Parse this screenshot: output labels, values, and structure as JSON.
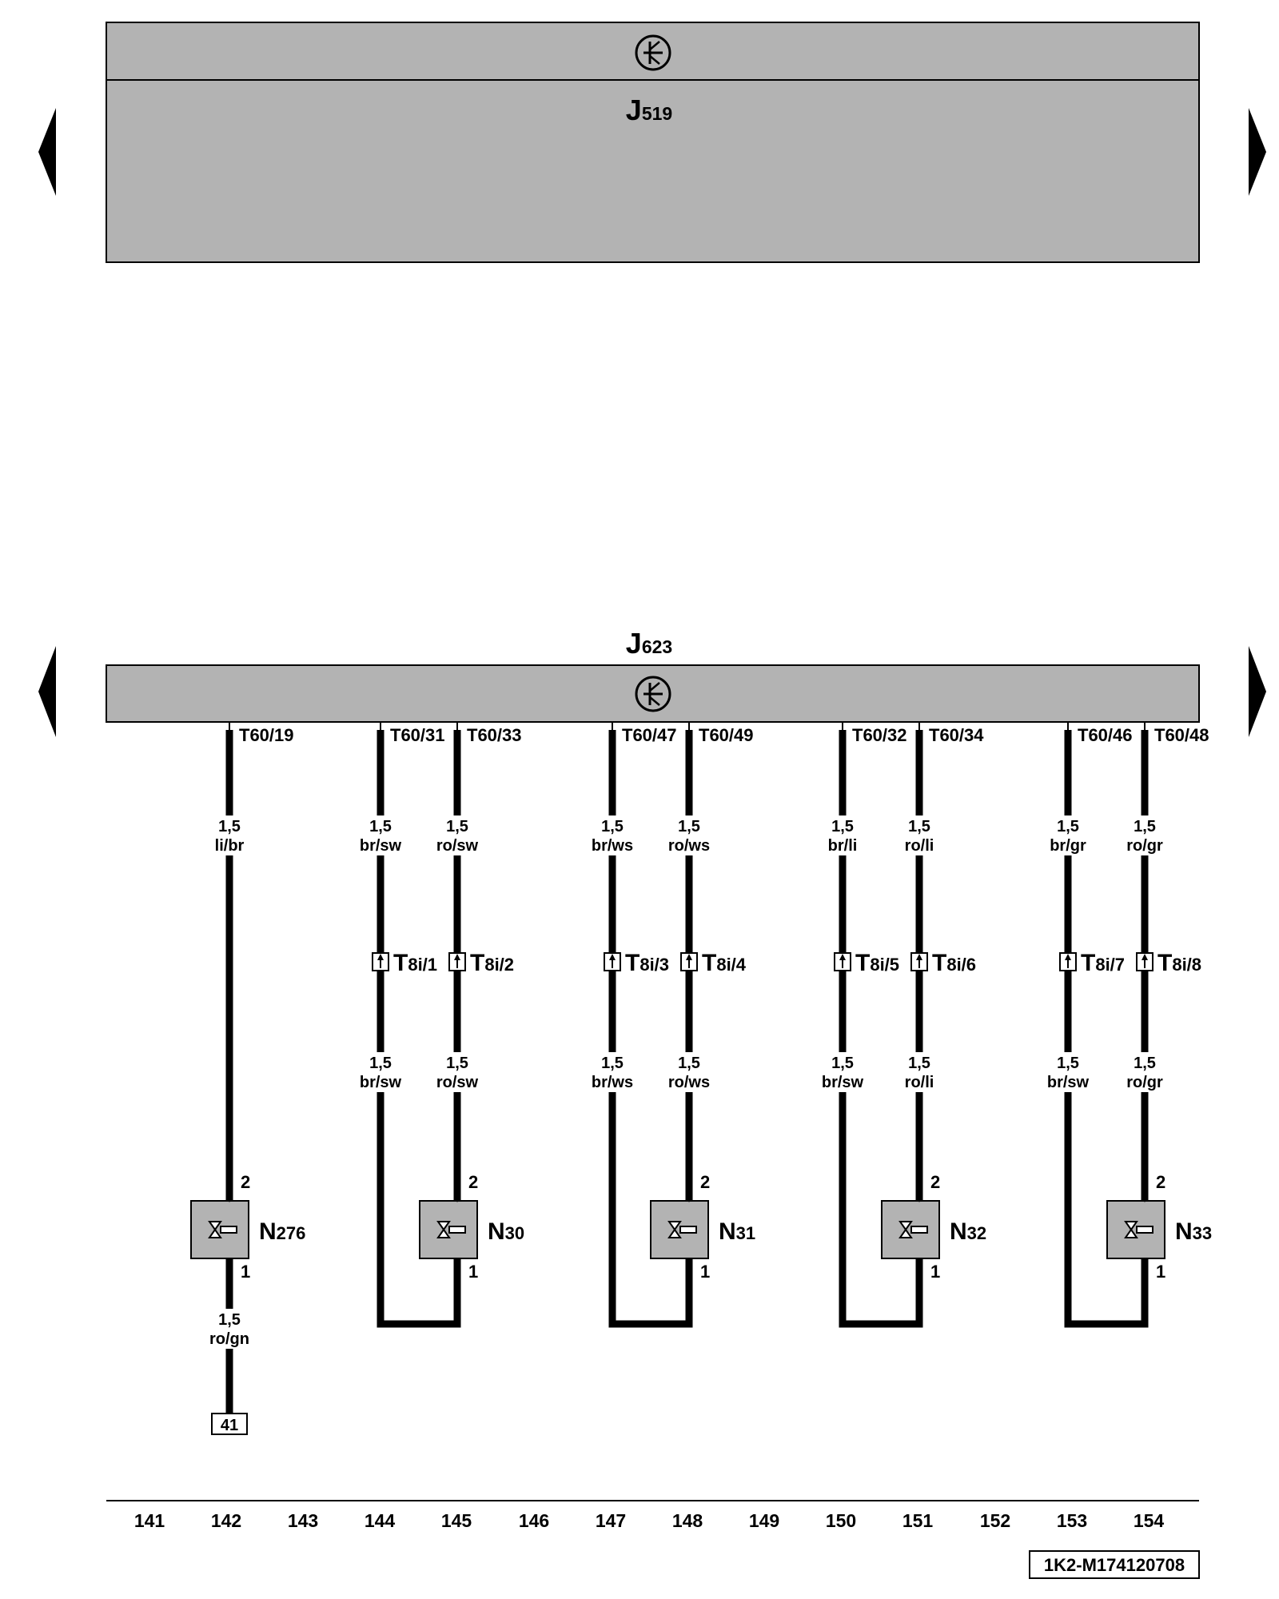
{
  "upper_unit": {
    "code": "J",
    "sub": "519"
  },
  "lower_unit": {
    "code": "J",
    "sub": "623"
  },
  "circuits": [
    {
      "id": "n276",
      "component": {
        "code": "N",
        "sub": "276"
      },
      "pin_top": "2",
      "pin_bottom": "1",
      "wires": [
        {
          "id": "w1",
          "terminal": "T60/19",
          "gauge_top": "1,5",
          "color_top": "li/br",
          "gauge_bottom": "1,5",
          "color_bottom": "ro/gn",
          "ground": "41"
        }
      ]
    },
    {
      "id": "n30",
      "component": {
        "code": "N",
        "sub": "30"
      },
      "pin_top": "2",
      "pin_bottom": "1",
      "wires": [
        {
          "id": "w2",
          "terminal": "T60/31",
          "gauge_top": "1,5",
          "color_top": "br/sw",
          "connector": "T",
          "connector_sub": "8i/1",
          "gauge_bottom": "1,5",
          "color_bottom": "br/sw"
        },
        {
          "id": "w3",
          "terminal": "T60/33",
          "gauge_top": "1,5",
          "color_top": "ro/sw",
          "connector": "T",
          "connector_sub": "8i/2",
          "gauge_bottom": "1,5",
          "color_bottom": "ro/sw"
        }
      ]
    },
    {
      "id": "n31",
      "component": {
        "code": "N",
        "sub": "31"
      },
      "pin_top": "2",
      "pin_bottom": "1",
      "wires": [
        {
          "id": "w4",
          "terminal": "T60/47",
          "gauge_top": "1,5",
          "color_top": "br/ws",
          "connector": "T",
          "connector_sub": "8i/3",
          "gauge_bottom": "1,5",
          "color_bottom": "br/ws"
        },
        {
          "id": "w5",
          "terminal": "T60/49",
          "gauge_top": "1,5",
          "color_top": "ro/ws",
          "connector": "T",
          "connector_sub": "8i/4",
          "gauge_bottom": "1,5",
          "color_bottom": "ro/ws"
        }
      ]
    },
    {
      "id": "n32",
      "component": {
        "code": "N",
        "sub": "32"
      },
      "pin_top": "2",
      "pin_bottom": "1",
      "wires": [
        {
          "id": "w6",
          "terminal": "T60/32",
          "gauge_top": "1,5",
          "color_top": "br/li",
          "connector": "T",
          "connector_sub": "8i/5",
          "gauge_bottom": "1,5",
          "color_bottom": "br/sw"
        },
        {
          "id": "w7",
          "terminal": "T60/34",
          "gauge_top": "1,5",
          "color_top": "ro/li",
          "connector": "T",
          "connector_sub": "8i/6",
          "gauge_bottom": "1,5",
          "color_bottom": "ro/li"
        }
      ]
    },
    {
      "id": "n33",
      "component": {
        "code": "N",
        "sub": "33"
      },
      "pin_top": "2",
      "pin_bottom": "1",
      "wires": [
        {
          "id": "w8",
          "terminal": "T60/46",
          "gauge_top": "1,5",
          "color_top": "br/gr",
          "connector": "T",
          "connector_sub": "8i/7",
          "gauge_bottom": "1,5",
          "color_bottom": "br/sw"
        },
        {
          "id": "w9",
          "terminal": "T60/48",
          "gauge_top": "1,5",
          "color_top": "ro/gr",
          "connector": "T",
          "connector_sub": "8i/8",
          "gauge_bottom": "1,5",
          "color_bottom": "ro/gr"
        }
      ]
    }
  ],
  "columns": [
    "141",
    "142",
    "143",
    "144",
    "145",
    "146",
    "147",
    "148",
    "149",
    "150",
    "151",
    "152",
    "153",
    "154"
  ],
  "doc_id": "1K2-M174120708",
  "colors": {
    "unit_fill": "#b3b3b3",
    "line": "#000000",
    "background": "#ffffff"
  }
}
